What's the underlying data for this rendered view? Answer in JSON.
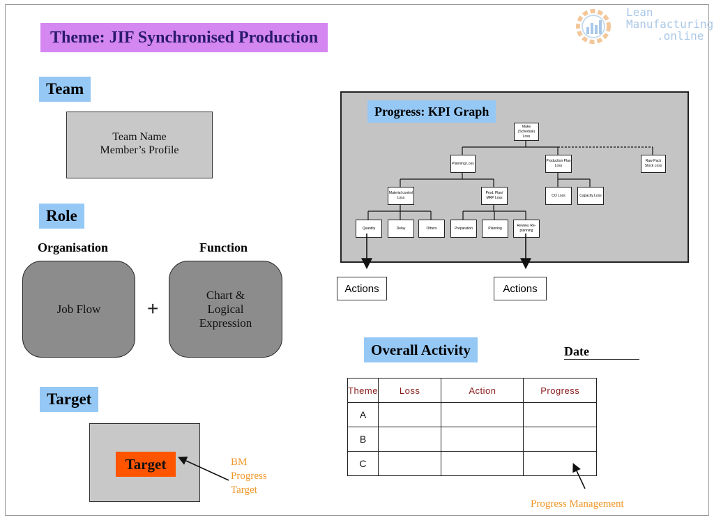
{
  "theme_title": "Theme: JIF Synchronised Production",
  "logo": {
    "line1": "Lean",
    "line2": "Manufacturing",
    "line3": ".online"
  },
  "team": {
    "heading": "Team",
    "line1": "Team Name",
    "line2": "Member’s Profile"
  },
  "role": {
    "heading": "Role",
    "organisation_label": "Organisation",
    "function_label": "Function",
    "job_flow": "Job Flow",
    "plus": "+",
    "chart_lines": [
      "Chart &",
      "Logical",
      "Expression"
    ]
  },
  "target": {
    "heading": "Target",
    "inner": "Target",
    "bm_lines": [
      "BM",
      "Progress",
      "Target"
    ]
  },
  "kpi": {
    "heading": "Progress: KPI Graph",
    "nodes": {
      "root": "Make (Schedule) Loss",
      "planning": "Planning Loss",
      "production": "Production Plan Loss",
      "raw": "Raw Pack Stock Loss",
      "material": "Material control Loss",
      "prod_plan": "Prod. Plan/ MRP Loss",
      "co": "CO Loss",
      "capacity": "Capacity Loss",
      "quantity": "Quantity",
      "delay": "Delay",
      "others": "Others",
      "preparation": "Preparation",
      "planning2": "Planning",
      "review": "Review, Re-planning"
    },
    "actions_left": "Actions",
    "actions_right": "Actions"
  },
  "overall": {
    "heading": "Overall Activity",
    "date_label": "Date",
    "columns": [
      "Theme",
      "Loss",
      "Action",
      "Progress"
    ],
    "rows": [
      "A",
      "B",
      "C"
    ],
    "progress_management": "Progress Management"
  }
}
